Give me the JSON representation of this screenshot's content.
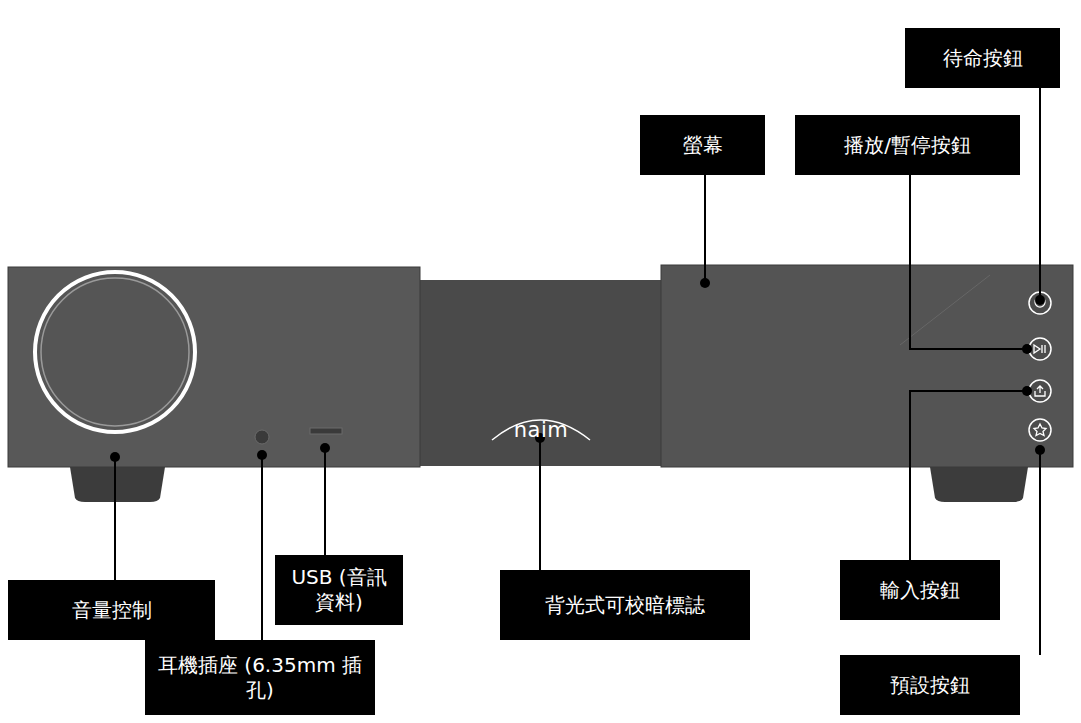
{
  "diagram": {
    "nodes": [
      {
        "text": [
          "待命按鈕"
        ]
      },
      {
        "text": [
          "螢幕"
        ]
      },
      {
        "text": [
          "播放/暫停按鈕"
        ]
      },
      {
        "text": [
          "音量控制"
        ]
      },
      {
        "text": [
          "USB (音訊資料)"
        ]
      },
      {
        "text": [
          "背光式可校暗標誌"
        ]
      },
      {
        "text": [
          "輸入按鈕"
        ]
      },
      {
        "text": [
          "耳機插座 (6.35mm 插孔)"
        ]
      },
      {
        "text": [
          "預設按鈕"
        ]
      }
    ],
    "labels": [
      "naim"
    ]
  }
}
